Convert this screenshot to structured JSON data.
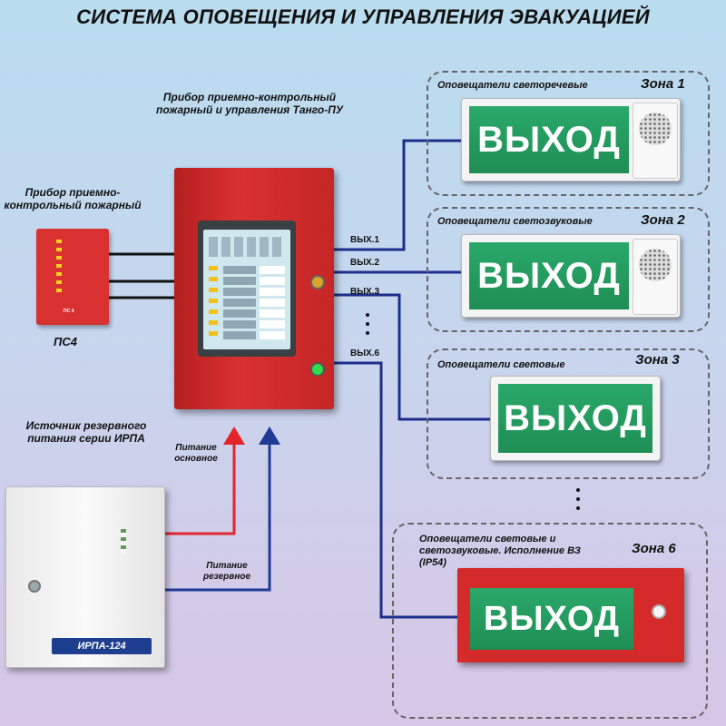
{
  "title": "СИСТЕМА ОПОВЕЩЕНИЯ И УПРАВЛЕНИЯ ЭВАКУАЦИЕЙ",
  "main_device": {
    "caption": "Прибор приемно-контрольный пожарный и управления Танго-ПУ"
  },
  "ps4": {
    "caption": "Прибор приемно-контрольный пожарный",
    "name": "ПС4",
    "panel_label": "ПС 4"
  },
  "irpa": {
    "caption": "Источник резервного питания серии ИРПА",
    "panel_label": "ИРПА-124"
  },
  "power": {
    "main": "Питание основное",
    "reserve": "Питание резервное"
  },
  "outputs": [
    "ВЫХ.1",
    "ВЫХ.2",
    "ВЫХ.3",
    "ВЫХ.6"
  ],
  "zones": [
    {
      "name": "Зона 1",
      "desc": "Оповещатели светоречевые",
      "sign_text": "ВЫХОД"
    },
    {
      "name": "Зона 2",
      "desc": "Оповещатели светозвуковые",
      "sign_text": "ВЫХОД"
    },
    {
      "name": "Зона 3",
      "desc": "Оповещатели световые",
      "sign_text": "ВЫХОД"
    },
    {
      "name": "Зона 6",
      "desc": "Оповещатели световые и светозвуковые. Исполнение ВЗ (IP54)",
      "sign_text": "ВЫХОД"
    }
  ],
  "colors": {
    "main_device": "#d42a2a",
    "sign_green": "#239a5e",
    "wire_blue": "#1d2f8c",
    "arrow_red": "#e0262b",
    "arrow_blue": "#1f3b96"
  }
}
